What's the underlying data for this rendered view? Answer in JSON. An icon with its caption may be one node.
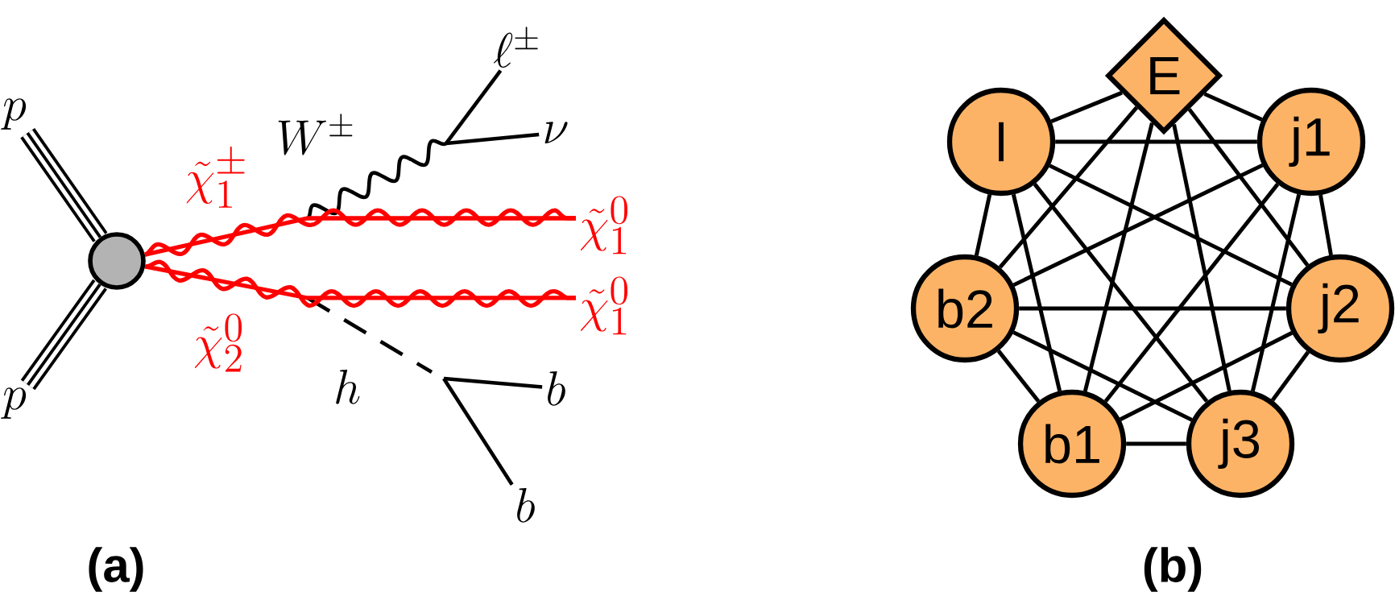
{
  "diagram": {
    "nodes": [
      {
        "text": [
          "p"
        ]
      },
      {
        "text": [
          "p"
        ]
      },
      {
        "text": [],
        "shape": "circle"
      },
      {
        "text": [
          "\\ell^{\\pm}"
        ]
      },
      {
        "text": [
          "\\nu"
        ]
      },
      {
        "text": [
          "\\tilde{\\chi}_1^0"
        ]
      },
      {
        "text": [
          "\\tilde{\\chi}_1^0"
        ]
      },
      {
        "text": [
          "b"
        ]
      },
      {
        "text": [
          "b"
        ]
      },
      {
        "text": [
          "E"
        ]
      },
      {
        "text": [
          "l"
        ]
      },
      {
        "text": [
          "j1"
        ]
      },
      {
        "text": [
          "b2"
        ]
      },
      {
        "text": [
          "j2"
        ]
      },
      {
        "text": [
          "b1"
        ]
      },
      {
        "text": [
          "j3"
        ]
      }
    ],
    "edges": [
      {
        "from": 0,
        "to": 2,
        "arrow": "none",
        "style": "thick"
      },
      {
        "from": 1,
        "to": 2,
        "arrow": "none",
        "style": "thick"
      },
      {
        "from": 2,
        "to": 5,
        "arrow": "none",
        "label": "\\tilde{\\chi}_1^{\\pm}",
        "color": "#ff0000"
      },
      {
        "from": 2,
        "to": 6,
        "arrow": "none",
        "label": "\\tilde{\\chi}_2^0",
        "color": "#ff0000"
      },
      {
        "from": null,
        "to": 3,
        "arrow": "none"
      },
      {
        "from": null,
        "to": 4,
        "arrow": "none"
      },
      {
        "from": null,
        "to": 7,
        "arrow": "none"
      },
      {
        "from": null,
        "to": 8,
        "arrow": "none"
      },
      {
        "from": 9,
        "to": 10,
        "arrow": "none"
      },
      {
        "from": 9,
        "to": 11,
        "arrow": "none"
      },
      {
        "from": 9,
        "to": 12,
        "arrow": "none"
      },
      {
        "from": 9,
        "to": 13,
        "arrow": "none"
      },
      {
        "from": 9,
        "to": 14,
        "arrow": "none"
      },
      {
        "from": 9,
        "to": 15,
        "arrow": "none"
      },
      {
        "from": 10,
        "to": 11,
        "arrow": "none"
      },
      {
        "from": 10,
        "to": 12,
        "arrow": "none"
      },
      {
        "from": 10,
        "to": 13,
        "arrow": "none"
      },
      {
        "from": 10,
        "to": 14,
        "arrow": "none"
      },
      {
        "from": 10,
        "to": 15,
        "arrow": "none"
      },
      {
        "from": 11,
        "to": 12,
        "arrow": "none"
      },
      {
        "from": 11,
        "to": 13,
        "arrow": "none"
      },
      {
        "from": 11,
        "to": 14,
        "arrow": "none"
      },
      {
        "from": 11,
        "to": 15,
        "arrow": "none"
      },
      {
        "from": 12,
        "to": 13,
        "arrow": "none"
      },
      {
        "from": 12,
        "to": 14,
        "arrow": "none"
      },
      {
        "from": 12,
        "to": 15,
        "arrow": "none"
      },
      {
        "from": 13,
        "to": 14,
        "arrow": "none"
      },
      {
        "from": 13,
        "to": 15,
        "arrow": "none"
      },
      {
        "from": 14,
        "to": 15,
        "arrow": "none"
      }
    ],
    "labels": [
      "W^{\\pm}",
      "h",
      "(a)",
      "(b)"
    ]
  }
}
